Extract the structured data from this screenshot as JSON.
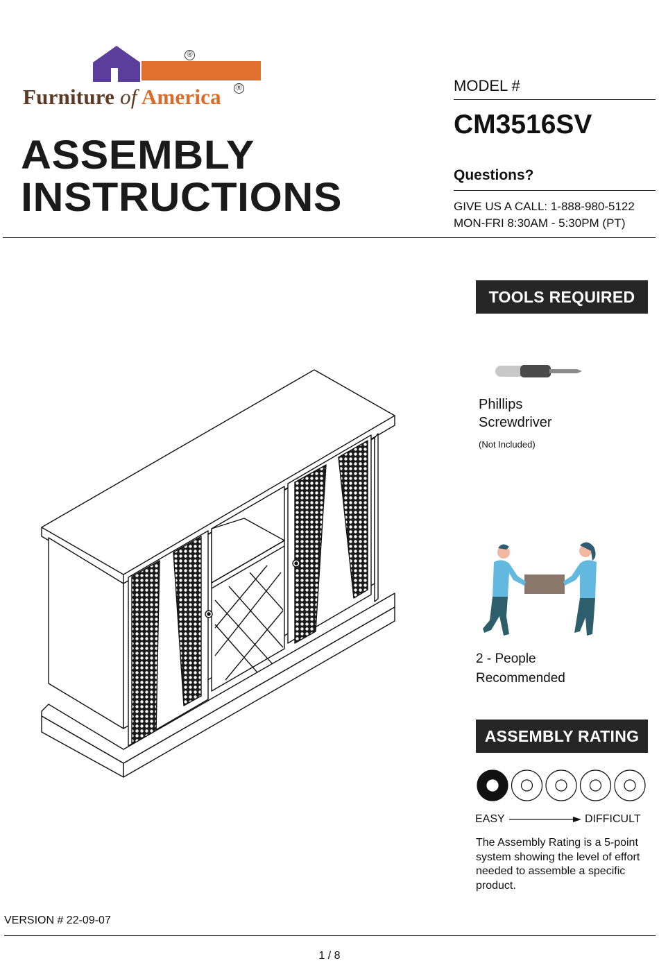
{
  "brand": {
    "name_part1": "Furniture",
    "name_part2": "of",
    "name_part3": "America",
    "registered_mark": "®",
    "colors": {
      "roof": "#5b3e9c",
      "bar": "#e0702e",
      "text": "#5a3a24",
      "accent": "#d96b2b"
    }
  },
  "title": {
    "line1": "ASSEMBLY",
    "line2": "INSTRUCTIONS"
  },
  "model": {
    "label": "MODEL #",
    "number": "CM3516SV"
  },
  "support": {
    "heading": "Questions?",
    "call": "GIVE US A CALL: 1-888-980-5122",
    "hours": "MON-FRI  8:30AM - 5:30PM (PT)"
  },
  "tools": {
    "banner": "TOOLS REQUIRED",
    "tool_line1": "Phillips",
    "tool_line2": "Screwdriver",
    "note": "(Not Included)",
    "icon": "phillips-screwdriver-icon"
  },
  "people": {
    "line1": "2 - People",
    "line2": "Recommended",
    "icon": "two-people-carrying-box-icon"
  },
  "rating": {
    "banner": "ASSEMBLY RATING",
    "score": 1,
    "max": 5,
    "easy_label": "EASY",
    "difficult_label": "DIFFICULT",
    "description": "The Assembly Rating is a 5-point system showing the level of effort needed to assemble a specific product."
  },
  "product_image": "wine-cabinet-line-drawing",
  "footer": {
    "version": "VERSION # 22-09-07",
    "page": "1 / 8"
  }
}
